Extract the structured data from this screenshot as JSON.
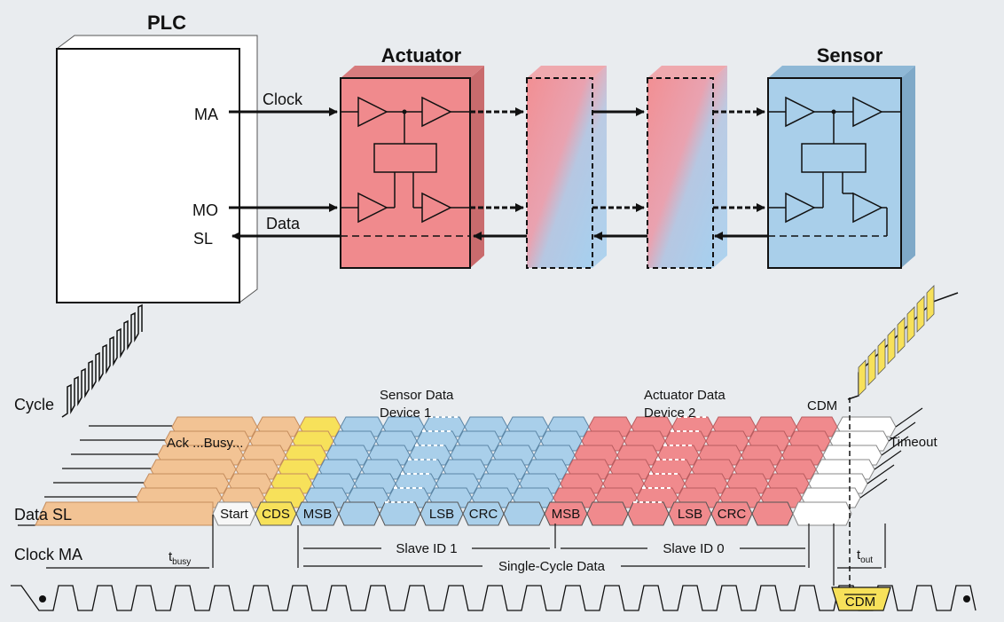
{
  "blocks": {
    "plc": "PLC",
    "actuator": "Actuator",
    "sensor": "Sensor"
  },
  "ports": {
    "ma": "MA",
    "mo": "MO",
    "sl": "SL"
  },
  "signals": {
    "clock": "Clock",
    "data": "Data"
  },
  "timing": {
    "cycle": "Cycle",
    "data_sl": "Data SL",
    "clock_ma": "Clock MA",
    "ack_busy": "Ack  ...Busy...",
    "timeout": "Timeout",
    "cdm_top": "CDM",
    "cdm_bottom": "CDM",
    "sensor_data_1": "Sensor Data",
    "sensor_data_2": "Device 1",
    "actuator_data_1": "Actuator Data",
    "actuator_data_2": "Device 2",
    "t_busy_main": "t",
    "t_busy_sub": "busy",
    "t_out_main": "t",
    "t_out_sub": "out",
    "slave_id_1": "Slave ID 1",
    "slave_id_0": "Slave ID 0",
    "single_cycle": "Single-Cycle Data"
  },
  "frame_fields": [
    "Start",
    "CDS",
    "MSB",
    "LSB",
    "CRC",
    "MSB",
    "LSB",
    "CRC"
  ],
  "colors": {
    "background": "#e9ecef",
    "actuator_red": "#f08a8d",
    "sensor_blue": "#a9cfea",
    "ack_tan": "#f2c394",
    "cds_yellow": "#f7e15a"
  }
}
